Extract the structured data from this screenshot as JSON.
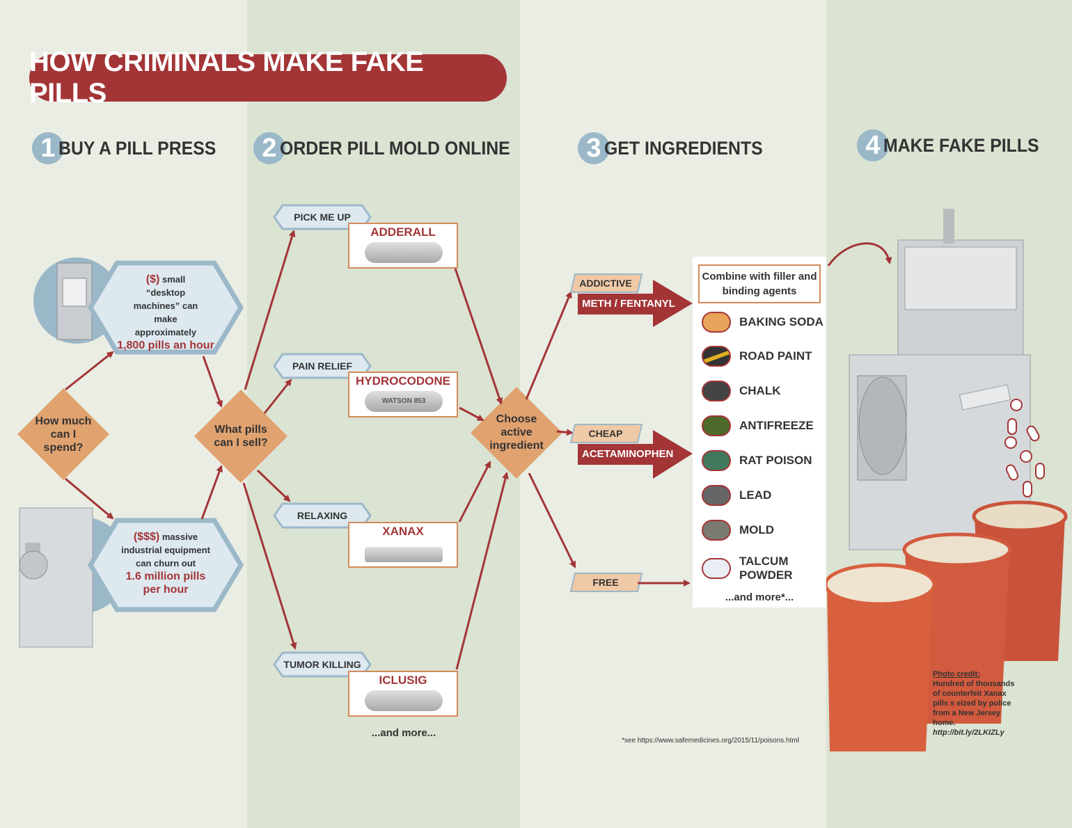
{
  "title": "HOW CRIMINALS MAKE FAKE PILLS",
  "steps": [
    {
      "num": "1",
      "label": "BUY A PILL PRESS"
    },
    {
      "num": "2",
      "label": "ORDER PILL MOLD ONLINE"
    },
    {
      "num": "3",
      "label": "GET INGREDIENTS"
    },
    {
      "num": "4",
      "label": "MAKE FAKE PILLS"
    }
  ],
  "decisions": {
    "spend": "How much can I spend?",
    "sell": "What pills can I sell?",
    "ingredient": "Choose active ingredient"
  },
  "machines": {
    "small": {
      "prefix": "($)",
      "text1": "small",
      "text2": "“desktop machines” can make approximately",
      "highlight": "1,800 pills an hour"
    },
    "large": {
      "prefix": "($$$)",
      "text1": "massive",
      "text2": "industrial equipment can churn out",
      "highlight": "1.6 million pills per hour"
    }
  },
  "categories": [
    {
      "tag": "PICK ME UP",
      "drug": "ADDERALL"
    },
    {
      "tag": "PAIN RELIEF",
      "drug": "HYDROCODONE"
    },
    {
      "tag": "RELAXING",
      "drug": "XANAX"
    },
    {
      "tag": "TUMOR KILLING",
      "drug": "ICLUSIG"
    }
  ],
  "and_more_drugs": "...and more...",
  "drug_imprint": "WATSON 853",
  "actives": [
    {
      "tag": "ADDICTIVE",
      "label": "METH / FENTANYL"
    },
    {
      "tag": "CHEAP",
      "label": "ACETAMINOPHEN"
    },
    {
      "tag": "FREE",
      "label": ""
    }
  ],
  "combine": "Combine with filler and binding agents",
  "ingredients": [
    "BAKING SODA",
    "ROAD PAINT",
    "CHALK",
    "ANTIFREEZE",
    "RAT POISON",
    "LEAD",
    "MOLD",
    "TALCUM POWDER"
  ],
  "and_more_ingredients": "...and more*...",
  "footnote": "*see https://www.safemedicines.org/2015/11/poisons.html",
  "photo_credit": {
    "heading": "Photo credit:",
    "body": "Hundred of thousands of counterfeit Xanax pills s eized by police from a New Jersey home.",
    "link": "http://bit.ly/2LKIZLy"
  },
  "colors": {
    "red": "#a33537",
    "orange": "#e0a26f",
    "blue": "#9bb8c9",
    "band_light": "#eaede3",
    "band_green": "#dbe3d2"
  }
}
